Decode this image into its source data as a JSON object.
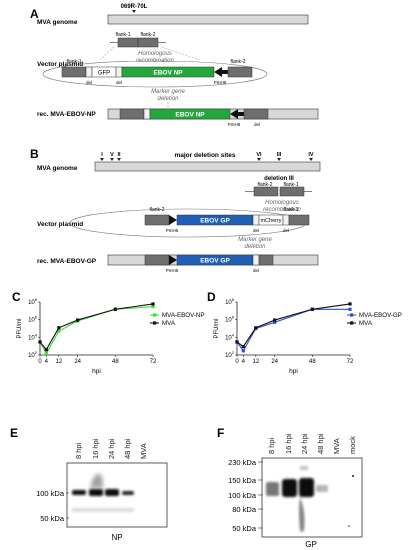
{
  "panels": {
    "A": {
      "letter": "A",
      "genome_label": "MVA genome",
      "locus_label": "069R-70L",
      "flank1": "flank-1",
      "flank2": "flank-2",
      "homologous": "Homologous",
      "recombination": "recombination",
      "vector_label": "Vector plasmid",
      "gfp": "GFP",
      "insert": "EBOV NP",
      "del": "del",
      "promoter": "PmH5",
      "marker1": "Marker gene",
      "marker2": "deletion",
      "rec_label": "rec. MVA-EBOV-NP",
      "insert_color": "#22a83a"
    },
    "B": {
      "letter": "B",
      "genome_label": "MVA genome",
      "sites_label": "major deletion sites",
      "site_markers": [
        "I",
        "V",
        "II",
        "VI",
        "III",
        "IV"
      ],
      "deletion_label": "deletion III",
      "flank1": "flank-1",
      "flank2": "flank-2",
      "homologous": "Homologous",
      "recombination": "recombination",
      "vector_label": "Vector plasmid",
      "insert": "EBOV GP",
      "mcherry": "mCherry",
      "del": "del",
      "promoter": "PmH5",
      "marker1": "Marker gene",
      "marker2": "deletion",
      "rec_label": "rec. MVA-EBOV-GP",
      "insert_color": "#1f5fb5"
    }
  },
  "chart_data": [
    {
      "type": "line",
      "panel": "C",
      "xlabel": "hpi",
      "ylabel": "PFU/ml",
      "x_ticks": [
        0,
        4,
        12,
        24,
        48,
        72
      ],
      "y_log": true,
      "y_ticks": [
        "10^2",
        "10^4",
        "10^6",
        "10^8"
      ],
      "ylim": [
        100,
        100000000
      ],
      "series": [
        {
          "name": "MVA-EBOV-NP",
          "color": "#3ddc3d",
          "x": [
            0,
            4,
            12,
            24,
            48,
            72
          ],
          "y": [
            3000,
            150,
            50000,
            700000,
            15000000,
            30000000
          ]
        },
        {
          "name": "MVA",
          "color": "#111111",
          "x": [
            0,
            4,
            12,
            24,
            48,
            72
          ],
          "y": [
            3000,
            400,
            120000,
            900000,
            15000000,
            60000000
          ]
        }
      ]
    },
    {
      "type": "line",
      "panel": "D",
      "xlabel": "hpi",
      "ylabel": "PFU/ml",
      "x_ticks": [
        0,
        4,
        12,
        24,
        48,
        72
      ],
      "y_log": true,
      "y_ticks": [
        "10^2",
        "10^4",
        "10^6",
        "10^8"
      ],
      "ylim": [
        100,
        100000000
      ],
      "series": [
        {
          "name": "MVA-EBOV-GP",
          "color": "#2d4fd8",
          "x": [
            0,
            4,
            12,
            24,
            48,
            72
          ],
          "y": [
            3000,
            300,
            100000,
            500000,
            15000000,
            15000000
          ]
        },
        {
          "name": "MVA",
          "color": "#111111",
          "x": [
            0,
            4,
            12,
            24,
            48,
            72
          ],
          "y": [
            3000,
            900,
            120000,
            900000,
            15000000,
            60000000
          ]
        }
      ]
    }
  ],
  "blots": {
    "E": {
      "letter": "E",
      "lanes": [
        "8 hpi",
        "16 hpi",
        "24 hpi",
        "48 hpi",
        "MVA"
      ],
      "markers": [
        "100 kDa",
        "50 kDa"
      ],
      "caption": "NP"
    },
    "F": {
      "letter": "F",
      "lanes": [
        "8 hpi",
        "16 hpi",
        "24 hpi",
        "48 hpi",
        "MVA",
        "mock"
      ],
      "markers": [
        "230 kDa",
        "150 kDa",
        "100 kDa",
        "80 kDa",
        "50 kDa"
      ],
      "caption": "GP"
    }
  }
}
